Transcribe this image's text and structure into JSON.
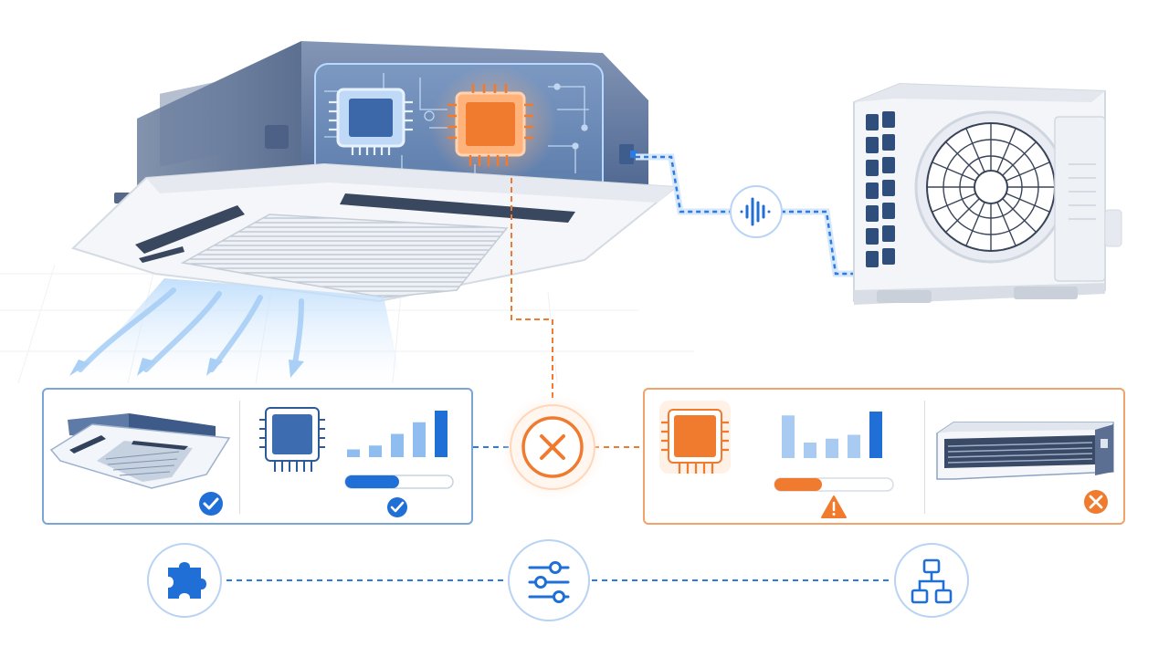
{
  "colors": {
    "blue": "#1f6fd6",
    "blue_light": "#8fbdf0",
    "orange": "#f07a2e",
    "orange_light": "#ffd3b3",
    "grey_panel": "#dfe4ea",
    "unit_body": "#5f77a0"
  },
  "scene": {
    "indoor_unit": {
      "type": "ceiling-cassette",
      "chips": [
        {
          "state": "ok",
          "color": "blue"
        },
        {
          "state": "fault",
          "color": "orange"
        }
      ]
    },
    "outdoor_unit": {
      "type": "condenser",
      "fan": "large-fan-icon"
    },
    "signal_badge": {
      "icon": "sound-wave-icon"
    },
    "airflow": {
      "icon": "airflow-arrows-icon"
    }
  },
  "compatible_set": {
    "devices": [
      "cassette-unit-icon",
      "chip-icon"
    ],
    "signal_bars": [
      1,
      1.5,
      3,
      4.5,
      6
    ],
    "progress": 0.5,
    "status": "check"
  },
  "conflict": {
    "icon": "close-icon",
    "status": "incompatible"
  },
  "incompatible_set": {
    "devices": [
      "chip-icon",
      "ducted-unit-icon"
    ],
    "signal_bars": [
      5.5,
      2,
      2.5,
      3,
      6
    ],
    "progress": 0.4,
    "status": "warning",
    "unit_status": "error"
  },
  "footer_steps": [
    {
      "icon": "puzzle-icon"
    },
    {
      "icon": "sliders-icon"
    },
    {
      "icon": "network-icon"
    }
  ]
}
